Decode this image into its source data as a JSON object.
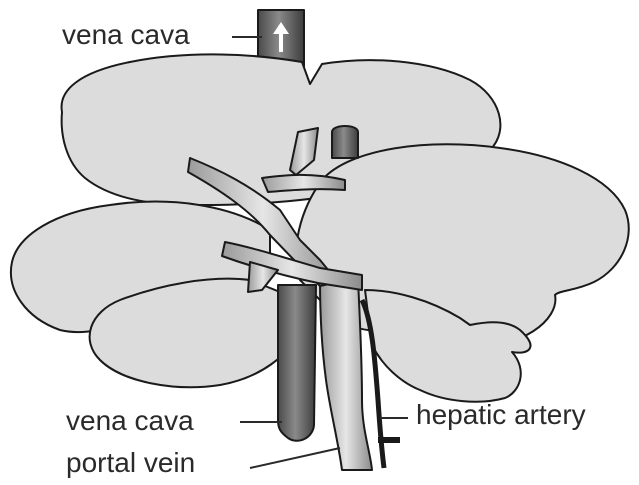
{
  "labels": {
    "vena_cava_top": "vena cava",
    "vena_cava_bottom": "vena cava",
    "portal_vein": "portal vein",
    "hepatic_artery": "hepatic artery"
  },
  "colors": {
    "lobe_fill": "#dcdcdc",
    "outline": "#1a1a1a",
    "vessel_dark": "#6f6f6f",
    "vessel_light": "#bdbdbd",
    "text": "#2a2a2a"
  }
}
